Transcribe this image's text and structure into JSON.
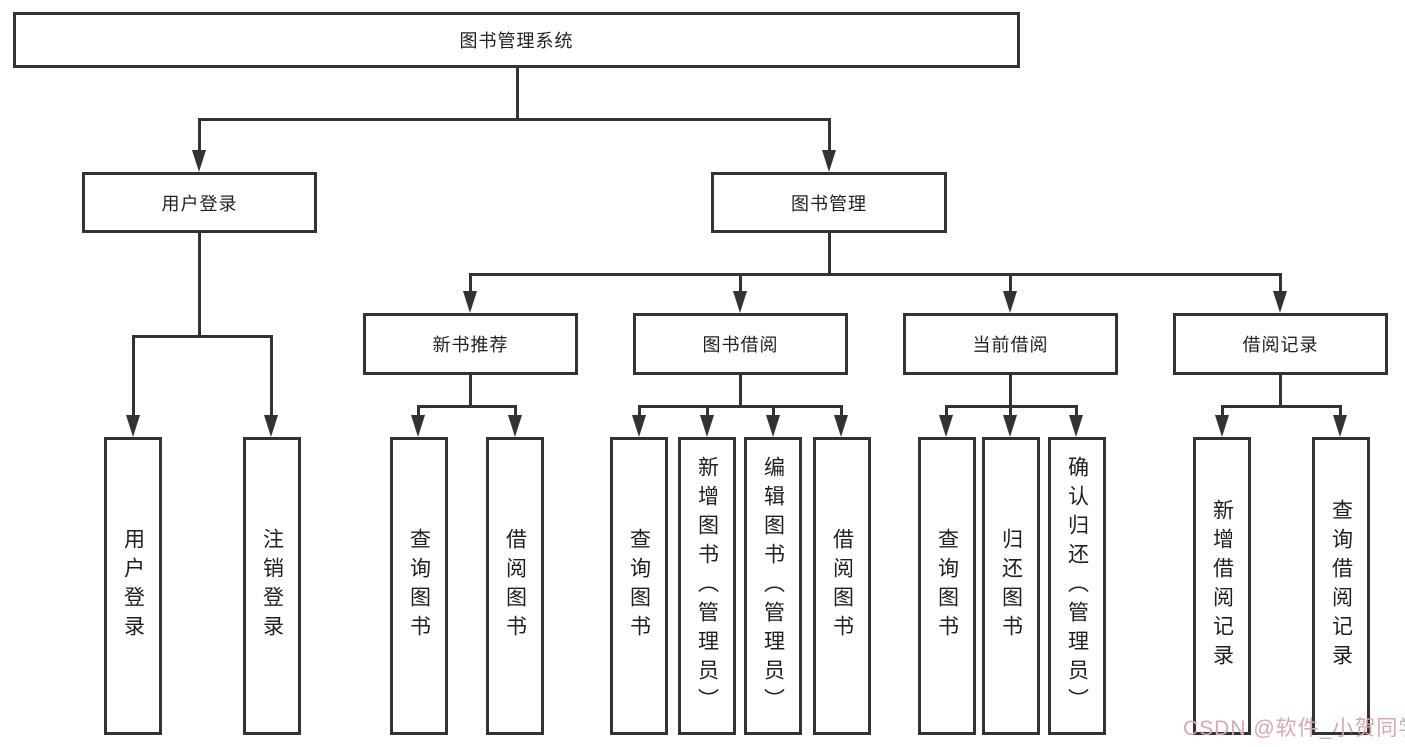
{
  "diagram": {
    "title": "图书管理系统",
    "nodes": {
      "root": "图书管理系统",
      "user_login": "用户登录",
      "book_mgmt": "图书管理",
      "l3": [
        "新书推荐",
        "图书借阅",
        "当前借阅",
        "借阅记录"
      ],
      "user_login_children": [
        "用户登录",
        "注销登录"
      ],
      "new_book_children": [
        "查询图书",
        "借阅图书"
      ],
      "book_borrow_children": [
        "查询图书",
        "新增图书（管理员）",
        "编辑图书（管理员）",
        "借阅图书"
      ],
      "current_borrow_children": [
        "查询图书",
        "归还图书",
        "确认归还（管理员）"
      ],
      "borrow_record_children": [
        "新增借阅记录",
        "查询借阅记录"
      ]
    },
    "colors": {
      "line": "#333333",
      "box_border": "#333333",
      "text": "#1f1f1f",
      "background": "#ffffff"
    }
  },
  "watermark": {
    "text": "CSDN @软件_小贺同学",
    "color": "#d9a8ae"
  }
}
